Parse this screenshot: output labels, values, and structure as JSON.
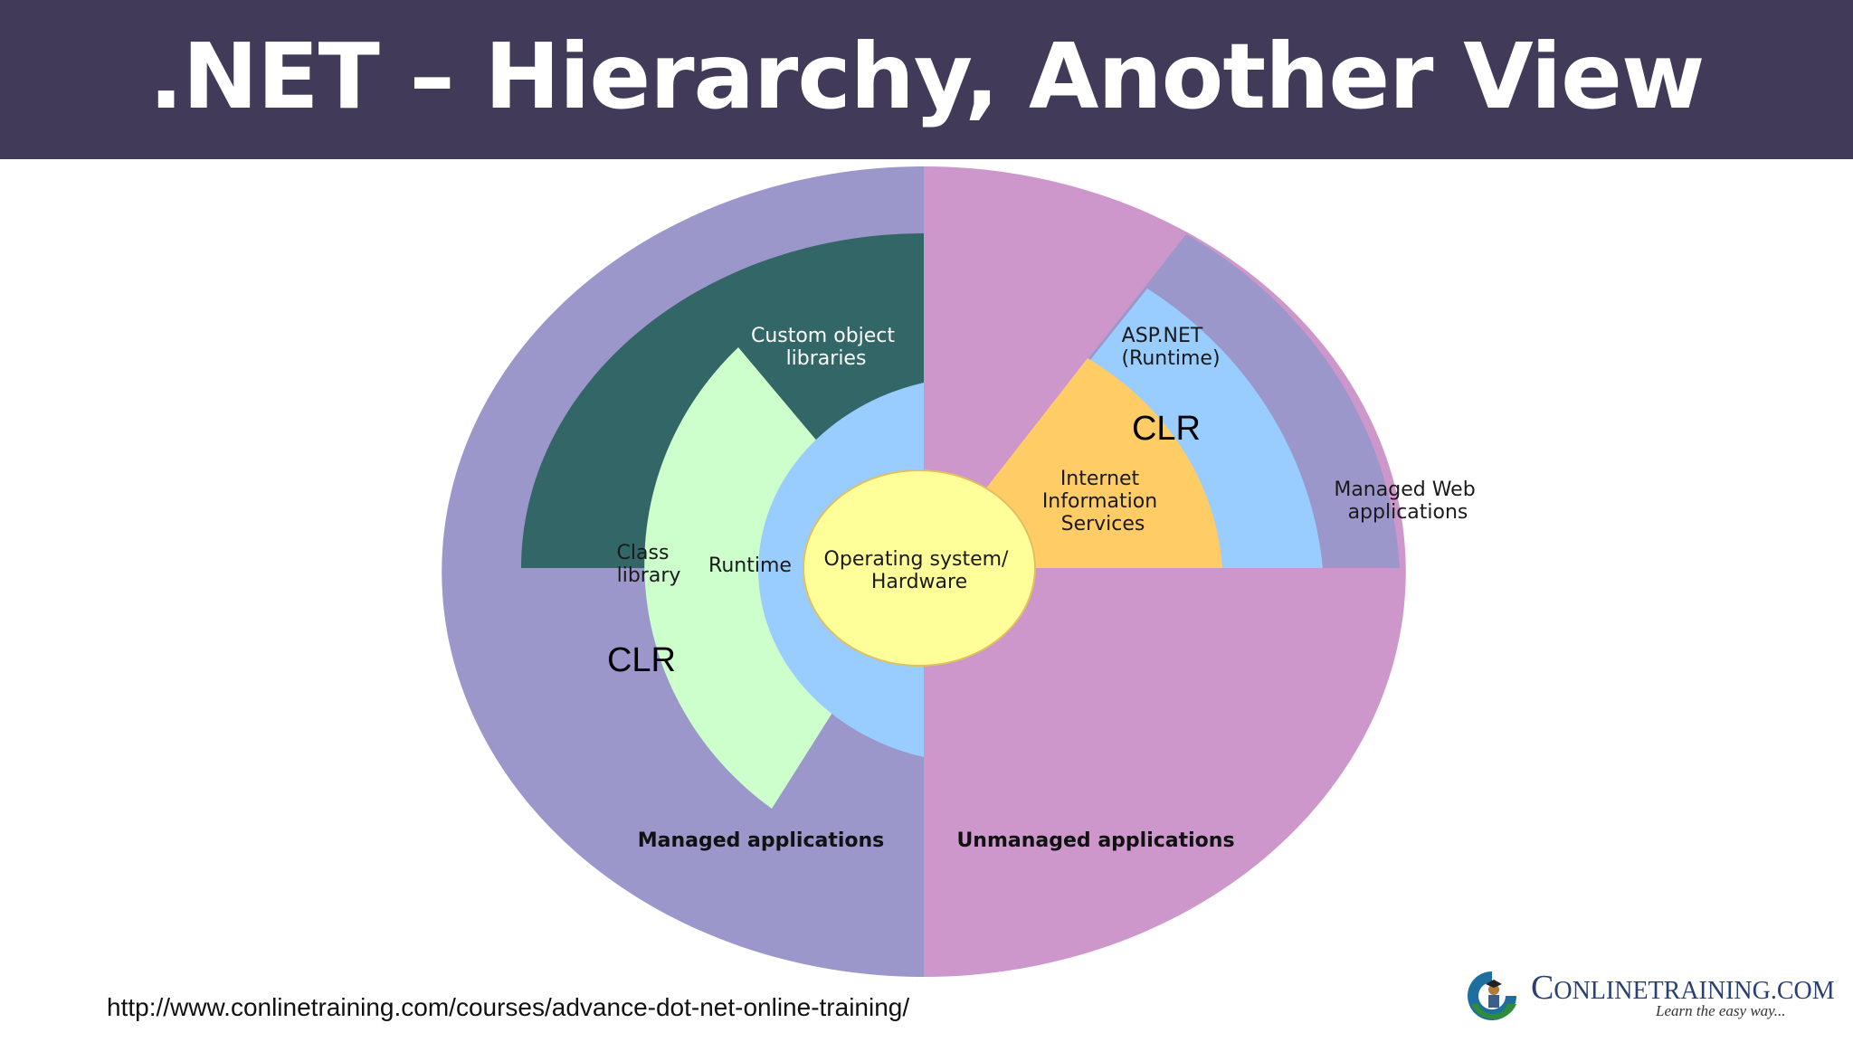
{
  "slide": {
    "title": ".NET – Hierarchy, Another View",
    "url": "http://www.conlinetraining.com/courses/advance-dot-net-online-training/"
  },
  "diagram": {
    "labels": {
      "custom_object_libraries": [
        "Custom object",
        "libraries"
      ],
      "class_library": [
        "Class",
        "library"
      ],
      "runtime": "Runtime",
      "operating_system": [
        "Operating system/",
        "Hardware"
      ],
      "internet_information_services": [
        "Internet",
        "Information",
        "Services"
      ],
      "asp_net": [
        "ASP.NET",
        "(Runtime)"
      ],
      "managed_web_applications": [
        "Managed Web",
        "applications"
      ],
      "managed_applications": "Managed applications",
      "unmanaged_applications": "Unmanaged applications",
      "clr_left": "CLR",
      "clr_right": "CLR"
    },
    "colors": {
      "outer_managed": "#9b97cb",
      "outer_unmanaged": "#cd97cb",
      "dark_teal": "#336666",
      "light_green": "#ccffcc",
      "light_blue": "#99ccff",
      "yellow": "#ffff99",
      "orange": "#ffcc66"
    }
  },
  "logo": {
    "name_initial": "C",
    "name_rest": "ONLINETRAINING.COM",
    "tagline": "Learn the easy way..."
  }
}
